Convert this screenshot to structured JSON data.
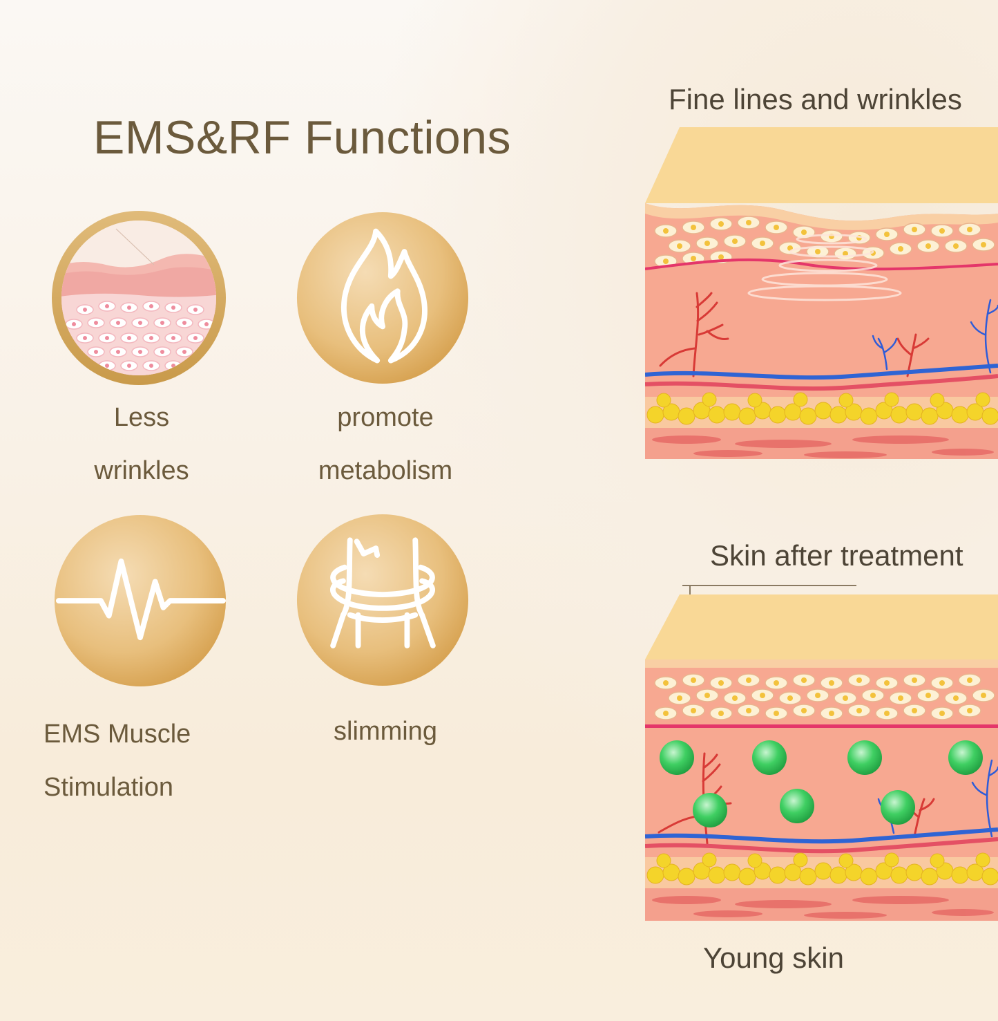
{
  "page": {
    "title": "EMS&RF Functions"
  },
  "functions": [
    {
      "icon": "skin-wrinkles-icon",
      "line1": "Less",
      "line2": "wrinkles"
    },
    {
      "icon": "flame-icon",
      "line1": "promote",
      "line2": "metabolism"
    },
    {
      "icon": "heartbeat-pulse-icon",
      "line1": "EMS Muscle",
      "line2": "Stimulation"
    },
    {
      "icon": "waist-slimming-icon",
      "line1": "slimming",
      "line2": ""
    }
  ],
  "panels": {
    "before_label": "Fine lines and wrinkles",
    "after_label": "Skin after treatment",
    "bottom_label": "Young skin"
  },
  "colors": {
    "text_brown": "#6b5a3c",
    "gold": "#d9ac5c",
    "skin_pink": "#f2a08f",
    "fat_yellow": "#f0d135",
    "collagen_green": "#39c45a"
  }
}
